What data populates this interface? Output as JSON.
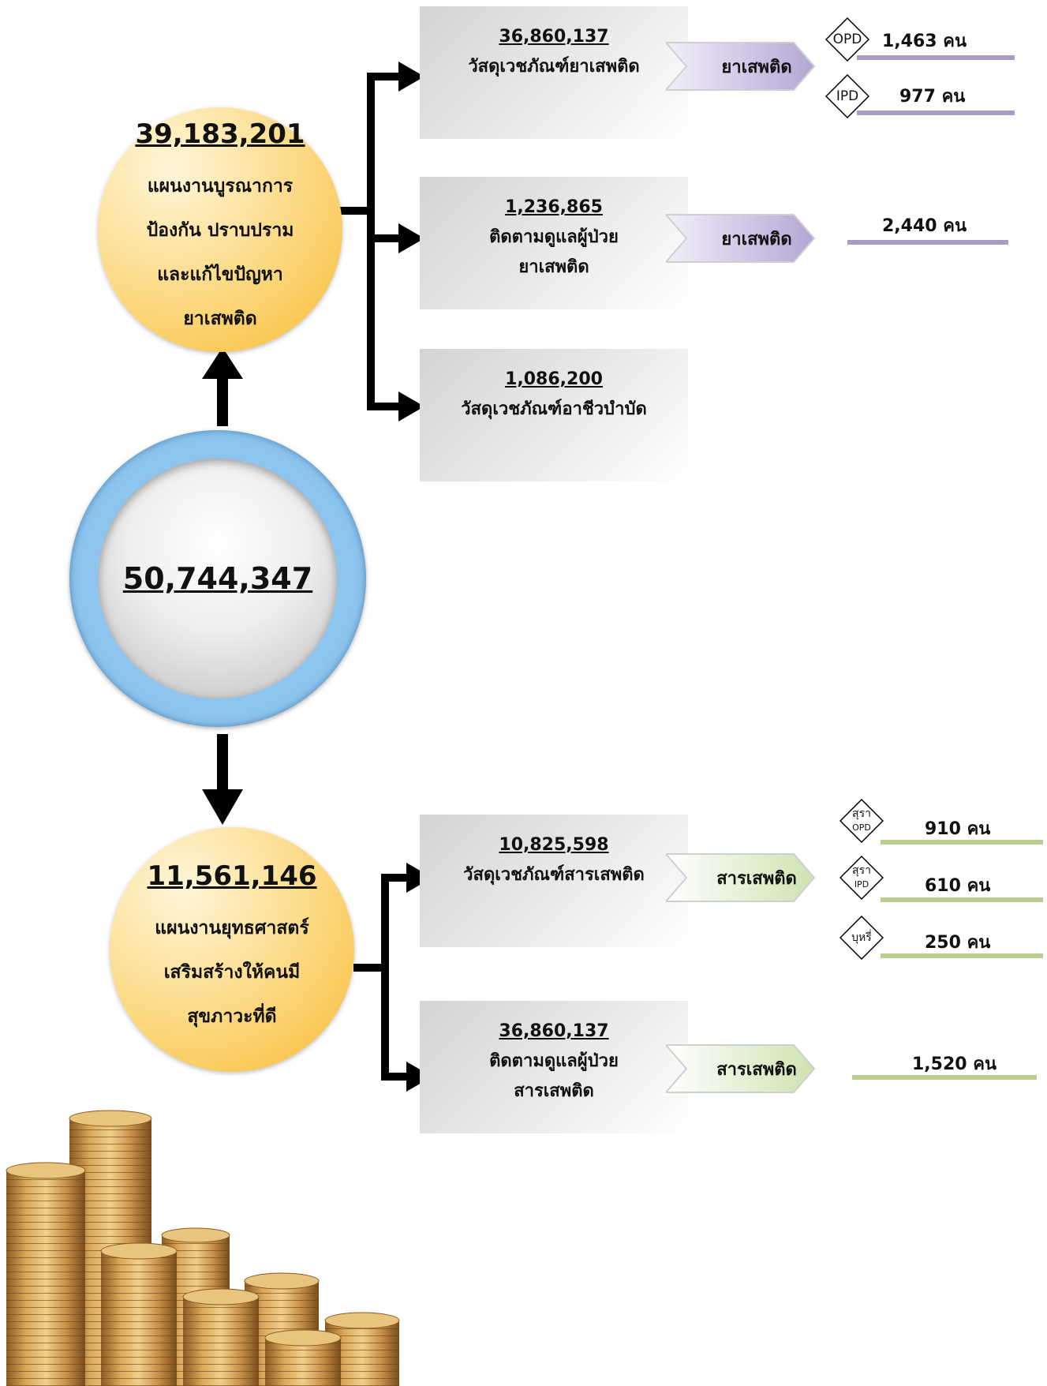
{
  "center": {
    "amount": "50,744,347"
  },
  "plan_top": {
    "amount": "39,183,201",
    "lines": [
      "แผนงานบูรณาการ",
      "ป้องกัน ปราบปราม",
      "และแก้ไขปัญหา",
      "ยาเสพติด"
    ]
  },
  "plan_bottom": {
    "amount": "11,561,146",
    "lines": [
      "แผนงานยุทธศาสตร์",
      "เสริมสร้างให้คนมี",
      "สุขภาวะที่ดี"
    ]
  },
  "boxes": [
    {
      "amount": "36,860,137",
      "lines": [
        "วัสดุเวชภัณฑ์ยาเสพติด"
      ]
    },
    {
      "amount": "1,236,865",
      "lines": [
        "ติดตามดูแลผู้ป่วย",
        "ยาเสพติด"
      ]
    },
    {
      "amount": "1,086,200",
      "lines": [
        "วัสดุเวชภัณฑ์อาชีวบำบัด"
      ]
    },
    {
      "amount": "10,825,598",
      "lines": [
        "วัสดุเวชภัณฑ์สารเสพติด"
      ]
    },
    {
      "amount": "36,860,137",
      "lines": [
        "ติดตามดูแลผู้ป่วย",
        "สารเสพติด"
      ]
    }
  ],
  "chevrons": [
    "ยาเสพติด",
    "ยาเสพติด",
    "สารเสพติด",
    "สารเสพติด"
  ],
  "diamonds": [
    {
      "label": "OPD",
      "sub": ""
    },
    {
      "label": "IPD",
      "sub": ""
    },
    {
      "label": "สุรา",
      "sub": "OPD"
    },
    {
      "label": "สุรา",
      "sub": "IPD"
    },
    {
      "label": "บุหรี่",
      "sub": ""
    }
  ],
  "counts": [
    "1,463 คน",
    "977 คน",
    "2,440 คน",
    "910 คน",
    "610 คน",
    "250 คน",
    "1,520 คน"
  ],
  "colors": {
    "purple_bar": "#a99bc6",
    "green_bar": "#b9cf8e",
    "orange": "#fbcf66",
    "ring": "#8dc5ef"
  },
  "icons": [
    "coin-stack-icon"
  ]
}
